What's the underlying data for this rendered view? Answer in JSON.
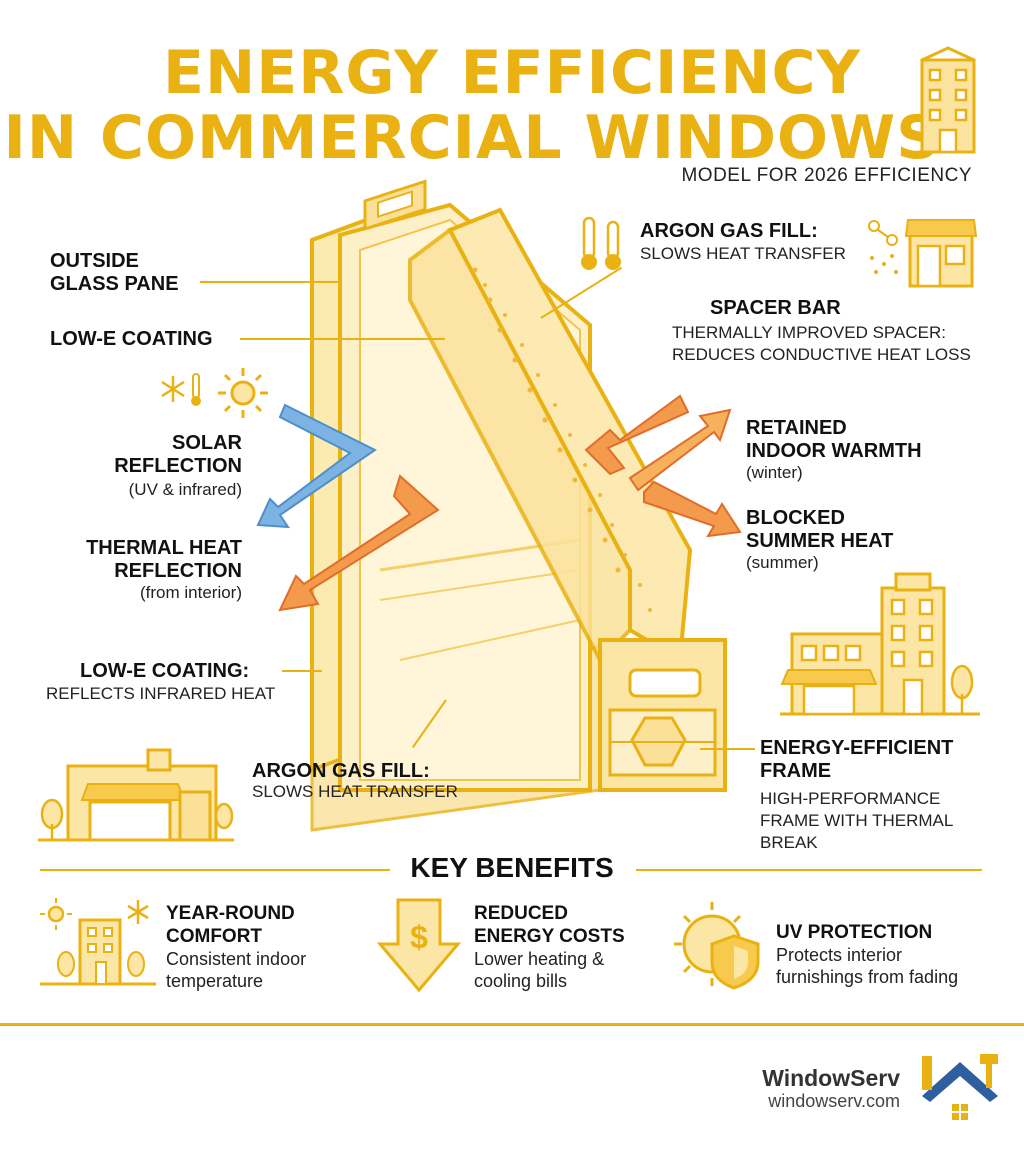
{
  "header": {
    "title_line1": "ENERGY EFFICIENCY",
    "title_line2": "IN COMMERCIAL WINDOWS",
    "subtitle": "MODEL FOR 2026 EFFICIENCY"
  },
  "labels": {
    "outside_glass": "OUTSIDE\nGLASS PANE",
    "lowe_top": "LOW-E COATING",
    "solar_title": "SOLAR\nREFLECTION",
    "solar_sub": "(UV & infrared)",
    "thermal_title": "THERMAL HEAT\nREFLECTION",
    "thermal_sub": "(from interior)",
    "lowe_title": "LOW-E COATING:",
    "lowe_sub": "REFLECTS INFRARED HEAT",
    "argon_bottom_title": "ARGON GAS FILL:",
    "argon_bottom_sub": "SLOWS HEAT TRANSFER",
    "argon_top_title": "ARGON GAS FILL:",
    "argon_top_sub": "SLOWS HEAT TRANSFER",
    "spacer_title": "SPACER BAR",
    "spacer_sub": "THERMALLY IMPROVED SPACER:\nREDUCES CONDUCTIVE HEAT LOSS",
    "retained_title": "RETAINED\nINDOOR WARMTH",
    "retained_sub": "(winter)",
    "blocked_title": "BLOCKED\nSUMMER HEAT",
    "blocked_sub": "(summer)",
    "frame_title": "ENERGY-EFFICIENT\nFRAME",
    "frame_sub": "HIGH-PERFORMANCE\nFRAME WITH THERMAL\nBREAK"
  },
  "benefits": {
    "heading": "KEY BENEFITS",
    "items": [
      {
        "title": "YEAR-ROUND\nCOMFORT",
        "desc": "Consistent indoor\ntemperature",
        "icon": "comfort-building-icon"
      },
      {
        "title": "REDUCED\nENERGY COSTS",
        "desc": "Lower heating &\ncooling bills",
        "icon": "dollar-arrow-icon"
      },
      {
        "title": "UV PROTECTION",
        "desc": "Protects interior\nfurnishings from fading",
        "icon": "sun-shield-icon"
      }
    ]
  },
  "footer": {
    "brand": "WindowServ",
    "site": "windowserv.com"
  },
  "colors": {
    "accent": "#E9B112",
    "glass": "#FCE9A8",
    "cold_arrow": "#6FA8DC",
    "warm_arrow": "#F08A3C"
  }
}
